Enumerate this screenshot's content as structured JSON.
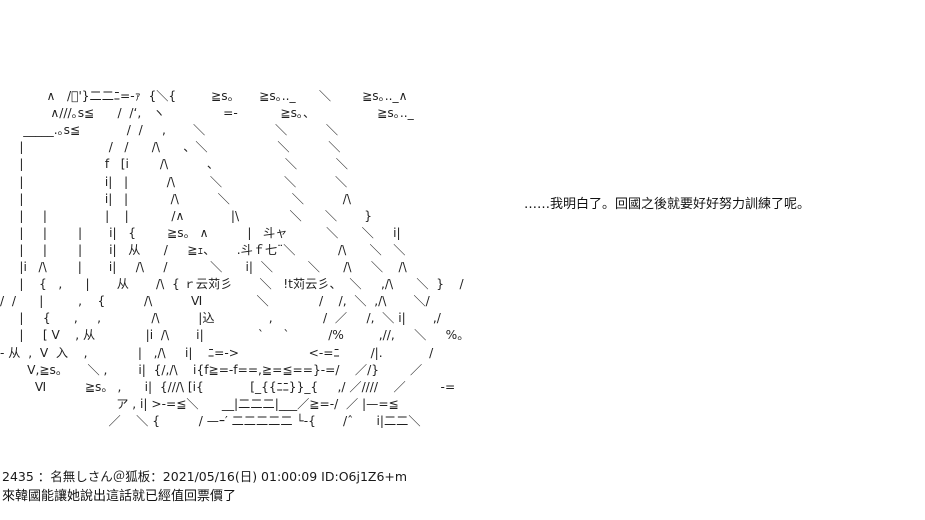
{
  "aa_lines": [
    "            ∧   /ﾞ'}二二ﾆ=-ｧ  {＼{         ≧s。     ≧s｡.._      ＼        ≧s｡.._∧",
    "             ∧///｡s≦      /  /‘,   ヽ               =-           ≧s｡、                ≧s｡.._",
    "      _____.｡s≦            /  /     ,       ＼                  ＼          ＼",
    "     |                      /   /      /\\      、＼                  ＼          ＼",
    "     |                     f   [i        /\\          、                 ＼          ＼",
    "     |                     i|   |          /\\         ＼                ＼          ＼",
    "     |                     i|   |           /\\          ＼                ＼          /\\",
    "     |     |               |    |           /∧            |\\             ＼      ＼       }",
    "     |     |        |       i|   {        ≧s。 ∧          |   斗ャ          ＼      ＼     i|",
    "     |     |        |       i|   从      /     ≧ｪ､       .斗ｆ七¨＼           /\\      ＼   ＼",
    "     |i   /\\        |       i|     /\\     /           ＼      i|  ＼         ＼      /\\     ＼    /\\",
    "     |    {   ,      |       从       /\\  { ｒ云苅彡       ＼   !t苅云彡、  ＼     ,/\\      ＼  }    /",
    "/  /      |         ,    {          /\\          Ⅵ              ＼             /    /,  ＼  ,/\\       ＼/",
    "     |     {      ,     ,             /\\          |込              ,             /  ／     /,  ＼ i|       ,/",
    "     |     [ Ⅴ    , 从             |i  /\\       i|              `     ˋ          /%         ,//,     ＼     %。",
    "- 从  ,  Ⅴ  入    ,             |   ,/\\     i|    ﾆ=->                  <-=ﾆ        /|.            /",
    "       Ⅴ,≧s。     ＼ ,        i|  {/,/\\    i{f≧=-f==,≧=≦==}-=/    ／/}        ／",
    "         Ⅵ          ≧s。 ,      i|  {///\\ [i{            [_{{ﾆﾆ}}_{     ,/ ／////    ／         -=",
    "                              ア , i| >-=≦＼      __|二二二|___／≧=-/  ／ |—=≦",
    "                            ／    ＼ {          / —ｰ′ 二二二二二 └-{       /ˆ      i|二二＼"
  ],
  "dialogue": "……我明白了。回國之後就要好好努力訓練了呢。",
  "post": {
    "header": "2435 ：名無しさん＠狐板：2021/05/16(日) 01:00:09 ID:O6j1Z6+m",
    "body": "來韓國能讓她說出這話就已經值回票價了"
  }
}
